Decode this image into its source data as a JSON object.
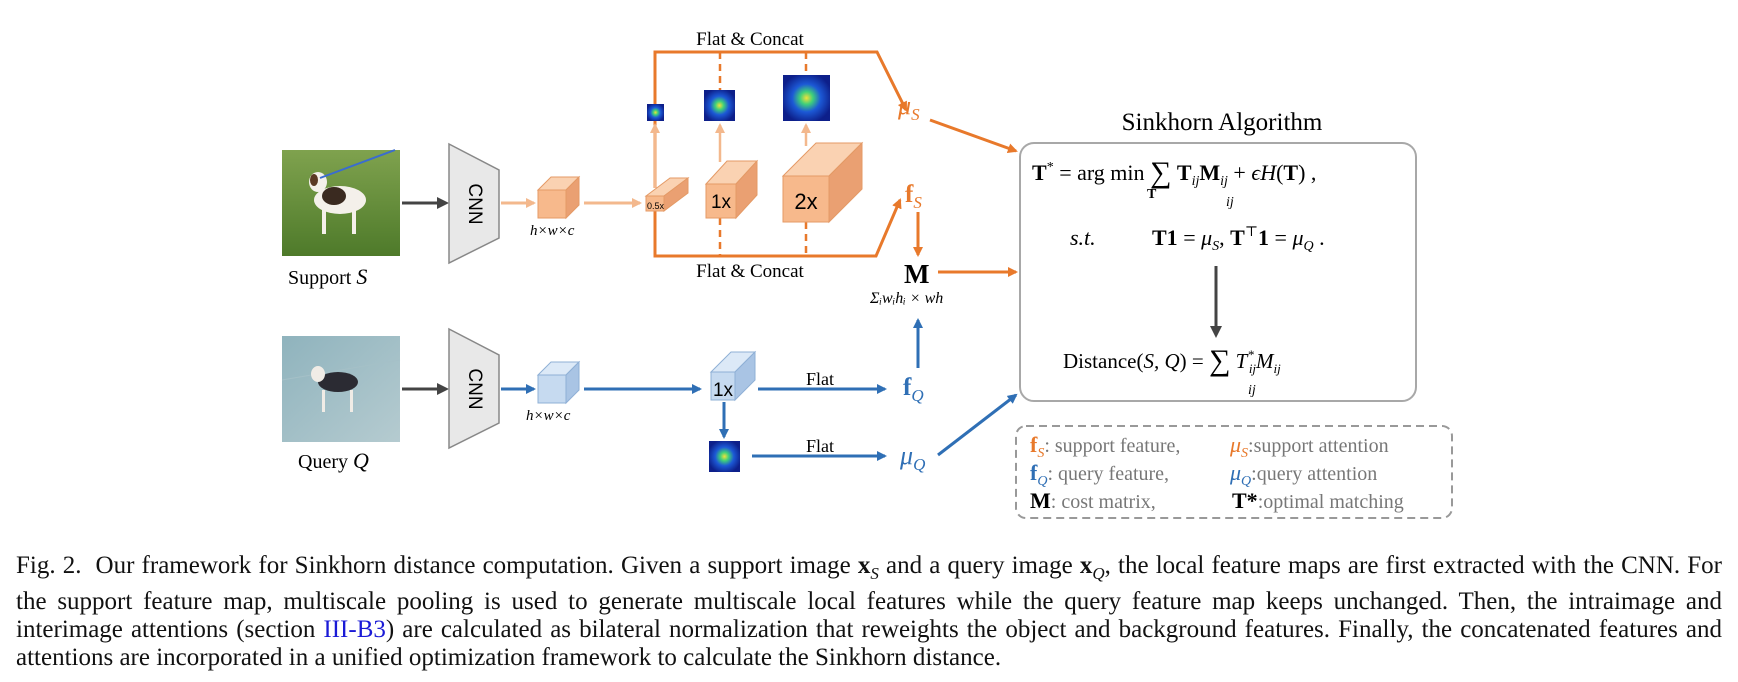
{
  "figure": {
    "support_label": "Support",
    "support_symbol": "S",
    "query_label": "Query",
    "query_symbol": "Q",
    "cnn_label": "CNN",
    "feature_dims": "h×w×c",
    "scales": [
      "0.5x",
      "1x",
      "2x"
    ],
    "query_scale": "1x",
    "flat_concat_top": "Flat & Concat",
    "flat_concat_bottom": "Flat & Concat",
    "flat_q": "Flat",
    "flat_mu": "Flat",
    "mu_s": "μ",
    "mu_s_sub": "S",
    "f_s": "f",
    "f_s_sub": "S",
    "f_q": "f",
    "f_q_sub": "Q",
    "mu_q": "μ",
    "mu_q_sub": "Q",
    "m_label": "M",
    "m_dims": "Σᵢwᵢhᵢ × wh",
    "sinkhorn": {
      "title": "Sinkhorn Algorithm",
      "eq1": "T* = arg min_T Σ_ij T_ij M_ij + εH(T) ,",
      "eq2_st": "s.t.",
      "eq2": "T1 = μ_S, Tᵀ1 = μ_Q .",
      "eq3": "Distance(S, Q) = Σ_ij T*_ij M_ij"
    },
    "legend": [
      {
        "sym": "f",
        "sub": "S",
        "text": ": support feature,"
      },
      {
        "sym": "μ",
        "sub": "S",
        "text": ":support attention"
      },
      {
        "sym": "f",
        "sub": "Q",
        "text": ": query feature,"
      },
      {
        "sym": "μ",
        "sub": "Q",
        "text": ":query attention"
      },
      {
        "sym": "M",
        "sub": "",
        "text": ": cost matrix,"
      },
      {
        "sym": "T*",
        "sub": "",
        "text": ":optimal matching"
      }
    ],
    "colors": {
      "orange": "#e8792b",
      "orange_light": "#f3b88d",
      "blue": "#2f6fb5",
      "blue_light": "#c6daf0",
      "gray": "#555555"
    }
  },
  "caption": {
    "fig_no": "Fig. 2.",
    "part1": "Our framework for Sinkhorn distance computation. Given a support image ",
    "xs": "x",
    "xs_sub": "S",
    "part2": " and a query image ",
    "xq": "x",
    "xq_sub": "Q",
    "part3": ", the local feature maps are first extracted with the CNN. For the support feature map, multiscale pooling is used to generate multiscale local features while the query feature map keeps unchanged. Then, the intraimage and interimage attentions (section ",
    "ref": "III-B3",
    "part4": ") are calculated as bilateral normalization that reweights the object and background features. Finally, the concatenated features and attentions are incorporated in a unified optimization framework to calculate the Sinkhorn distance."
  }
}
